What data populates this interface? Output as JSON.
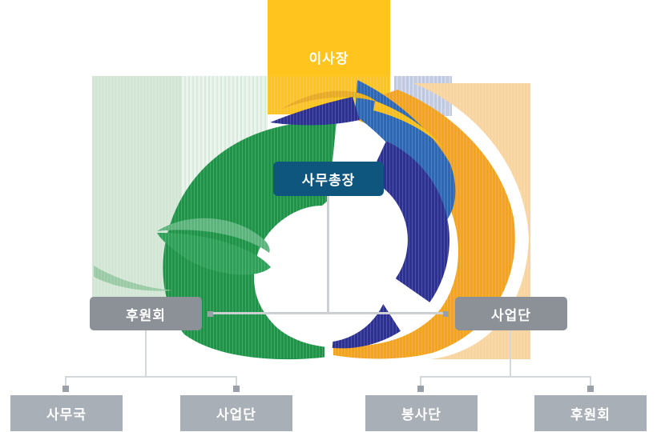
{
  "diagram": {
    "type": "organization-chart",
    "nodes": {
      "chairman": {
        "label": "이사장"
      },
      "secretary_general": {
        "label": "사무총장"
      },
      "left_group": {
        "label": "후원회"
      },
      "right_group": {
        "label": "사업단"
      },
      "bottom": [
        {
          "label": "사무국"
        },
        {
          "label": "사업단"
        },
        {
          "label": "봉사단"
        },
        {
          "label": "후원회"
        }
      ]
    },
    "hierarchy": {
      "root": "이사장",
      "second": "사무총장",
      "branches": [
        {
          "parent": "후원회",
          "children": [
            "사무국",
            "사업단"
          ]
        },
        {
          "parent": "사업단",
          "children": [
            "봉사단",
            "후원회"
          ]
        }
      ]
    }
  },
  "colors": {
    "chairman_bg": "#FFC41E",
    "secretary_bg": "#0E567E",
    "group_bg": "#8B9197",
    "team_bg": "#A9AFB6",
    "text": "#FFFFFF",
    "connector_line": "#D5D8DA",
    "connector_square": "#9AA0A7",
    "logo_green": "#1F9449",
    "logo_green_light": "#D3E6D6",
    "logo_leaf_green": "#2FA058",
    "logo_orange": "#F2A41F",
    "logo_orange_light": "#F7D4A0",
    "logo_navy": "#2D3192",
    "logo_blue": "#2E68B4",
    "logo_yellow": "#FFC41E"
  },
  "icons": {
    "logo": "green-orange-swirl-leaf-logo"
  }
}
